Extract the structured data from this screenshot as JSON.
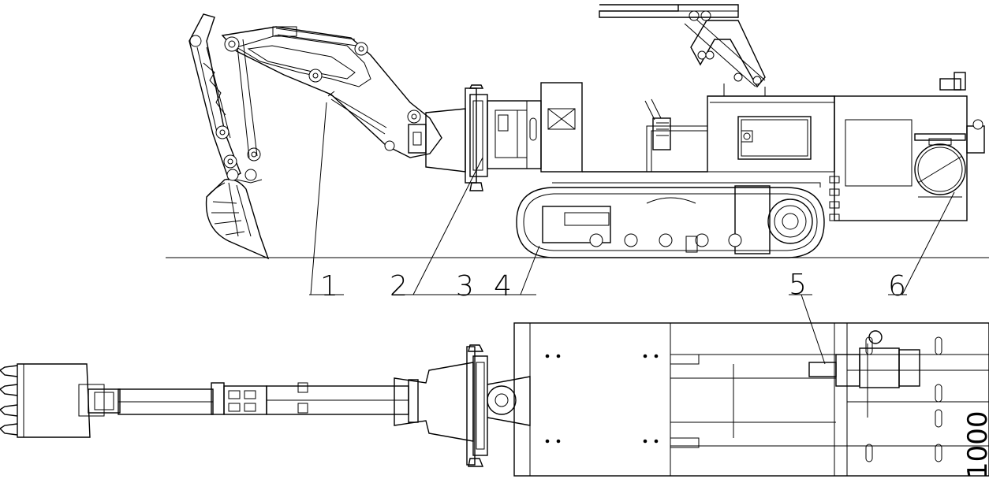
{
  "diagram": {
    "callouts": [
      "1",
      "2",
      "3",
      "4",
      "5",
      "6"
    ],
    "partial_dimension_text": "1000",
    "colors": {
      "line": "#000000",
      "accent_marks": "#2e9b3a",
      "background": "#ffffff"
    }
  }
}
